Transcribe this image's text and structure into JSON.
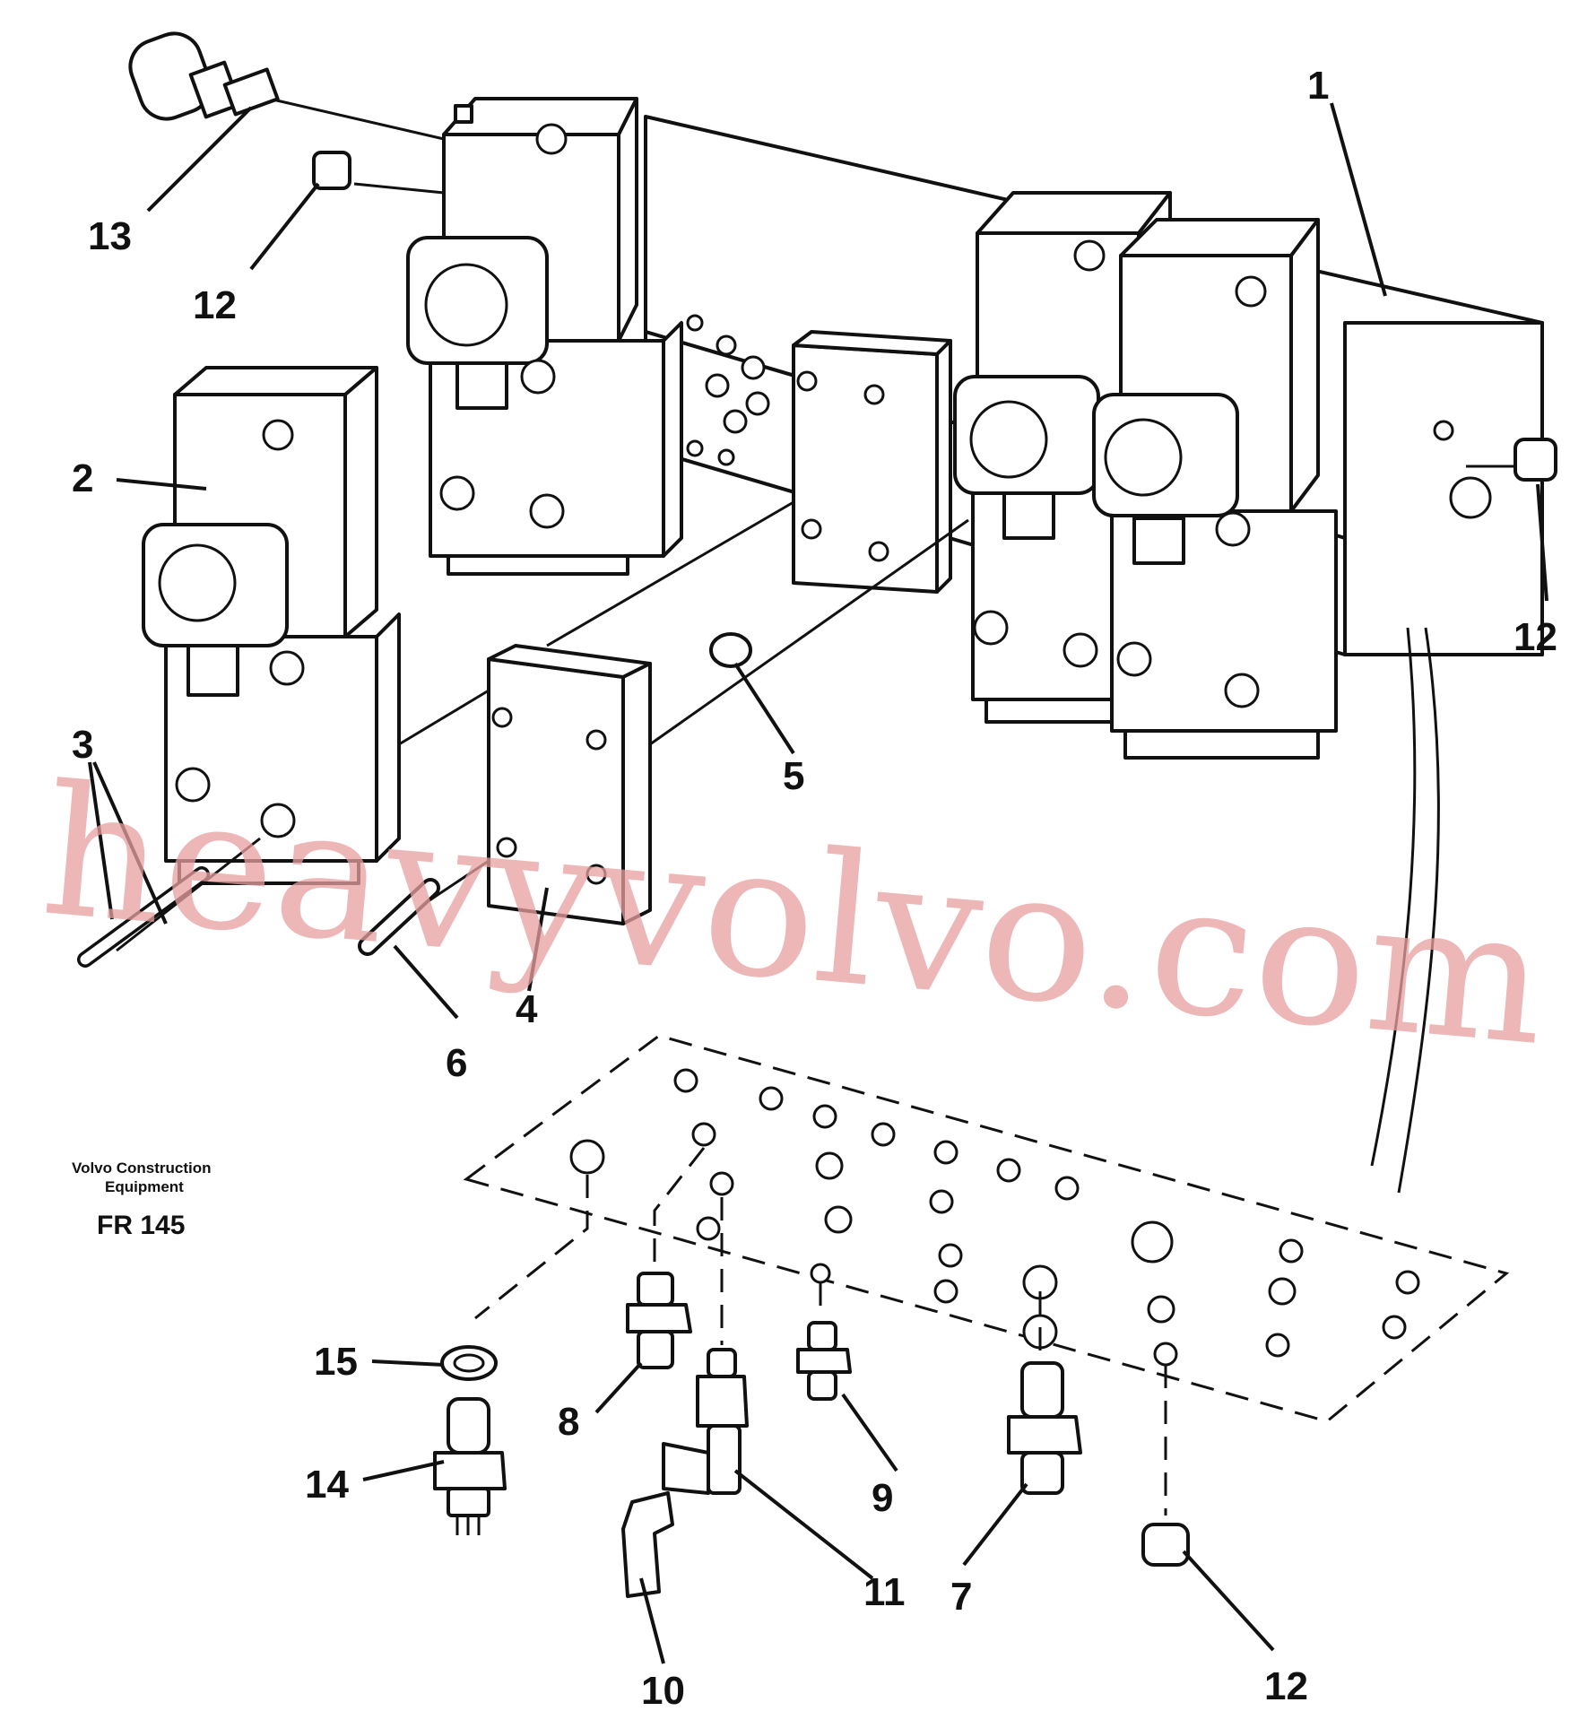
{
  "callouts": [
    "1",
    "2",
    "3",
    "4",
    "5",
    "6",
    "7",
    "8",
    "9",
    "10",
    "11",
    "12",
    "12",
    "12",
    "13",
    "14",
    "15"
  ],
  "caption": {
    "company_line1": "Volvo Construction",
    "company_line2": "Equipment",
    "code": "FR 145"
  },
  "watermark": "heavyvolvo.com"
}
